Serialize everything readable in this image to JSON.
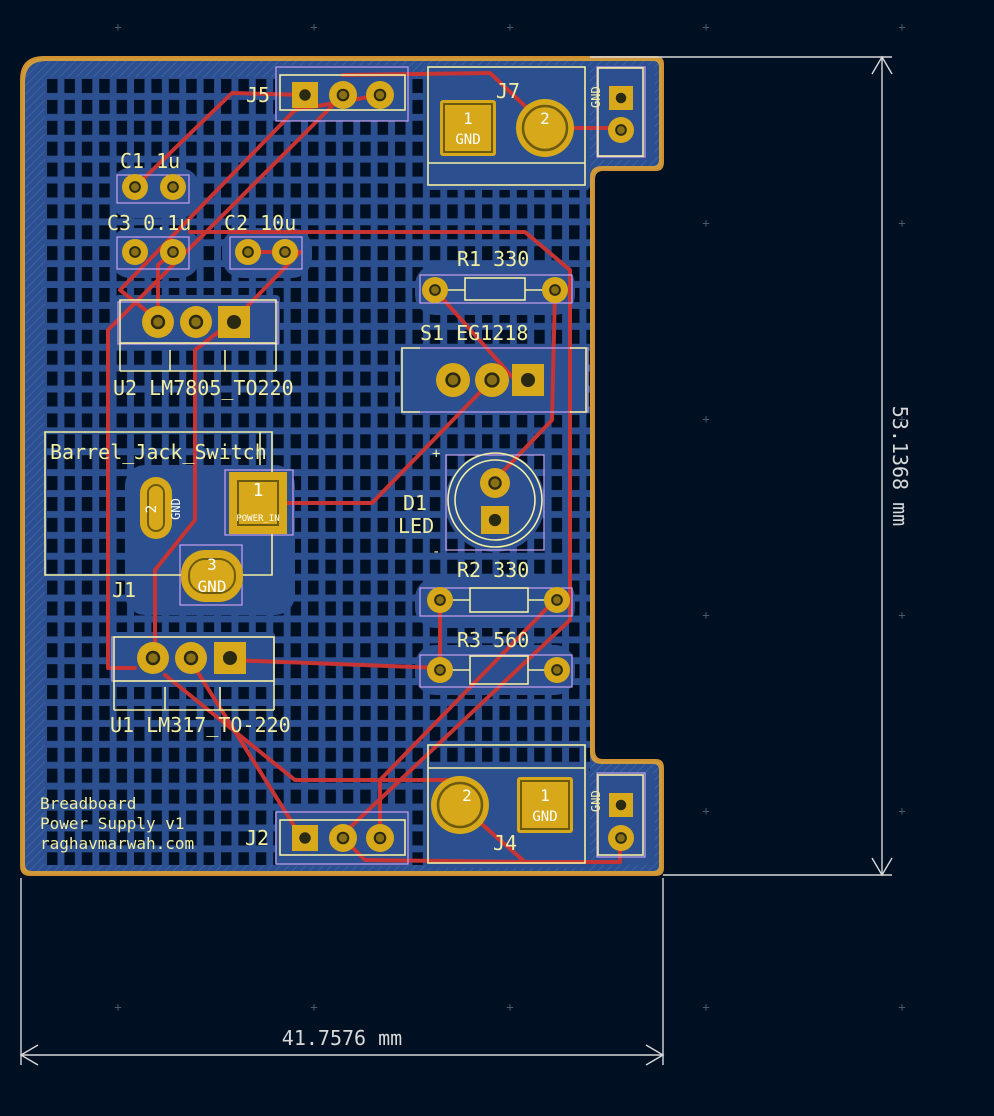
{
  "board": {
    "brand_lines": [
      "Breadboard",
      "Power Supply v1",
      "raghavmarwah.com"
    ]
  },
  "dimensions": {
    "width_label": "41.7576 mm",
    "height_label": "53.1368 mm"
  },
  "components": {
    "c1": "C1 1u",
    "c3": "C3 0.1u",
    "c2": "C2 10u",
    "u2": "U2 LM7805_TO220",
    "u1": "U1 LM317_TO-220",
    "r1": "R1 330",
    "r2": "R2 330",
    "r3": "R3 560",
    "s1": "S1 EG1218",
    "d1": "D1",
    "d1_value": "LED",
    "j1": "J1",
    "j1_value": "Barrel_Jack_Switch",
    "j2": "J2",
    "j4": "J4",
    "j5": "J5",
    "j7": "J7"
  },
  "pad_labels": {
    "gnd": "GND",
    "power_in": "POWER_IN",
    "plus": "+",
    "minus": "-",
    "one": "1",
    "two": "2",
    "three": "3"
  },
  "colors": {
    "background": "#001023",
    "copper_fill": "#2B4F8F",
    "pad": "#D7A91A",
    "track": "#C83434",
    "silk": "#F2EDA1",
    "outline": "#D09030",
    "courtyard": "#C8A0F0"
  }
}
